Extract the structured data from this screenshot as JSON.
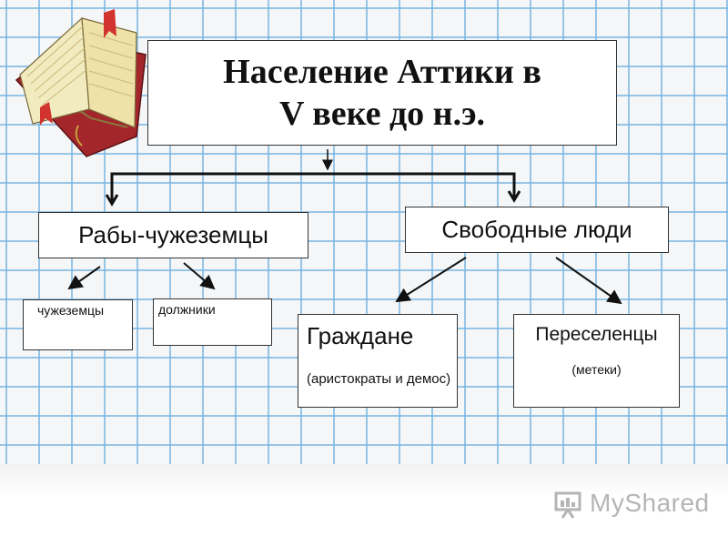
{
  "title": {
    "line1": "Население Аттики в",
    "line2": "V веке до н.э."
  },
  "nodes": {
    "slaves": "Рабы-чужеземцы",
    "free": "Свободные люди",
    "foreigners": "чужеземцы",
    "debtors": "должники",
    "citizens": "Граждане",
    "citizens_note": "(аристократы и демос)",
    "settlers": "Переселенцы",
    "settlers_note": "(метеки)"
  },
  "watermark": "MyShared",
  "colors": {
    "grid": "#78b4e1",
    "book_cover": "#b3262b",
    "ribbon": "#d1342d",
    "text": "#111111"
  }
}
